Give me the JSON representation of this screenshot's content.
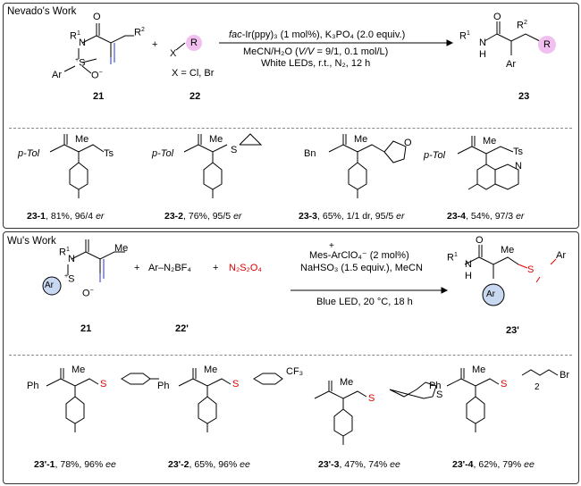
{
  "colors": {
    "bond": "#000000",
    "blue_bond": "#2030e0",
    "sulfonyl": "#e00000",
    "r_circle": "#f2c0f0",
    "ar_circle": "#c8d8f0"
  },
  "top": {
    "title": "Nevado's Work",
    "reagent21": {
      "r1": "R",
      "r1_sup": "1",
      "n": "N",
      "o": "O",
      "r2": "R",
      "r2_sup": "2",
      "s": "S",
      "plus": "+",
      "o_minus": "O",
      "minus": "−",
      "ar": "Ar",
      "label": "21"
    },
    "plus": "+",
    "reagent22": {
      "x": "X",
      "r": "R",
      "note": "X = Cl, Br",
      "label": "22"
    },
    "conditions": {
      "line1_italic": "fac",
      "line1": "-Ir(ppy)₃ (1 mol%), K₃PO₄ (2.0 equiv.)",
      "line2a": "MeCN/H₂O (",
      "line2_italic": "V/V",
      "line2b": " = 9/1, 0.1 mol/L)",
      "line3": "White LEDs, r.t., N₂, 12 h"
    },
    "product": {
      "r1": "R",
      "r1_sup": "1",
      "n": "N",
      "h": "H",
      "o": "O",
      "r2": "R",
      "r2_sup": "2",
      "ar": "Ar",
      "r": "R",
      "label": "23"
    },
    "examples": [
      {
        "id": "23-1",
        "yield": ", 81%, 96/4 ",
        "sel": "er",
        "n_sub": "p-Tol",
        "group": "Ts"
      },
      {
        "id": "23-2",
        "yield": ", 76%, 95/5 ",
        "sel": "er",
        "n_sub": "p-Tol",
        "group": "S"
      },
      {
        "id": "23-3",
        "yield": ", 65%, 1/1 dr, 95/5 ",
        "sel": "er",
        "n_sub": "Bn",
        "group": "O"
      },
      {
        "id": "23-4",
        "yield": ", 54%, 97/3 ",
        "sel": "er",
        "n_sub": "p-Tol",
        "group": "Ts",
        "hetero": "N"
      }
    ],
    "common": {
      "me": "Me",
      "o": "O",
      "n": "N",
      "h": "H"
    }
  },
  "bottom": {
    "title": "Wu's Work",
    "reagent21": {
      "r1": "R",
      "r1_sup": "1",
      "n": "N",
      "me": "Me",
      "s": "S",
      "plus": "+",
      "o": "O",
      "minus": "−",
      "ar": "Ar",
      "label": "21"
    },
    "plus1": "+",
    "reagent22": {
      "text": "Ar–N₂BF₄",
      "label": "22'"
    },
    "plus2": "+",
    "reagent_red": "N₂S₂O₄",
    "conditions": {
      "line1": "Mes-ArClO₄⁻ (2 mol%)",
      "plus": "+",
      "line2": "NaHSO₃ (1.5 equiv.), MeCN",
      "line3": "Blue LED, 20 °C, 18 h"
    },
    "product": {
      "r1": "R",
      "r1_sup": "1",
      "n": "N",
      "h": "H",
      "o": "O",
      "me": "Me",
      "s": "S",
      "ar": "Ar",
      "label": "23'"
    },
    "examples": [
      {
        "id": "23'-1",
        "yield": ", 78%, 96% ",
        "sel": "ee",
        "n_sub": "Ph",
        "extra": ""
      },
      {
        "id": "23'-2",
        "yield": ", 65%, 96% ",
        "sel": "ee",
        "n_sub": "Ph",
        "extra": "CF₃"
      },
      {
        "id": "23'-3",
        "yield": ", 47%, 74% ",
        "sel": "ee",
        "n_sub": "",
        "extra": "S"
      },
      {
        "id": "23'-4",
        "yield": ", 62%, 79% ",
        "sel": "ee",
        "n_sub": "Ph",
        "extra": "Br",
        "sub2": "2"
      }
    ],
    "common": {
      "me": "Me",
      "o": "O",
      "n": "N",
      "h": "H",
      "s": "S"
    }
  }
}
